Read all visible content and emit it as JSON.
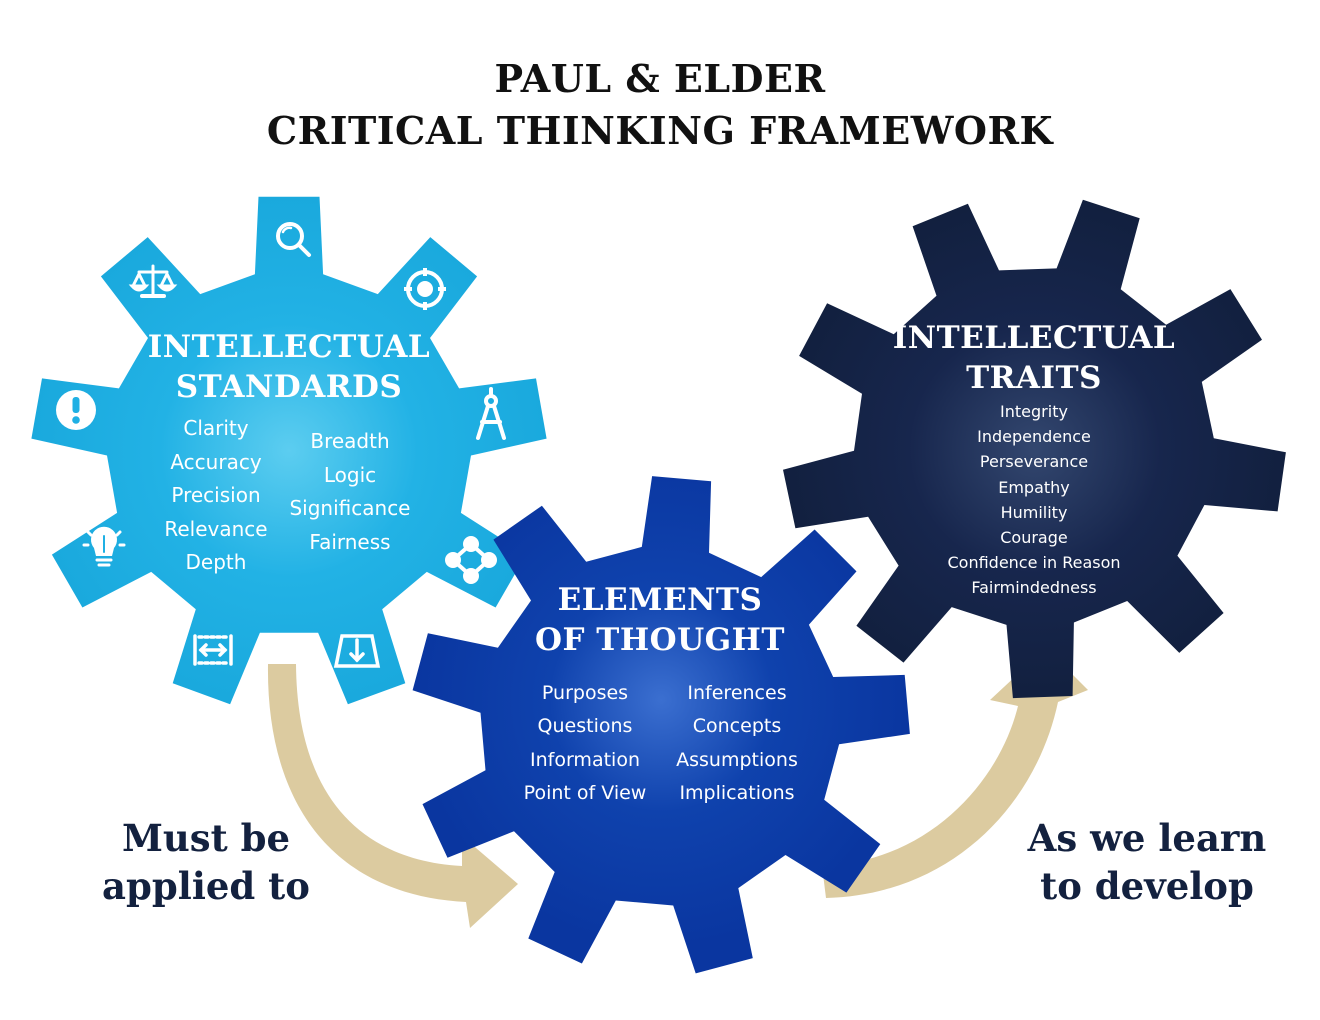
{
  "title": {
    "line1": "PAUL & ELDER",
    "line2": "CRITICAL THINKING FRAMEWORK"
  },
  "colors": {
    "standards_gear": "#1fb0e4",
    "elements_gear": "#0a3aa6",
    "traits_gear": "#14234a",
    "arrow": "#dccba0",
    "caption_text": "#13213f"
  },
  "standards": {
    "heading_line1": "INTELLECTUAL",
    "heading_line2": "STANDARDS",
    "left_items": [
      "Clarity",
      "Accuracy",
      "Precision",
      "Relevance",
      "Depth"
    ],
    "right_items": [
      "Breadth",
      "Logic",
      "Significance",
      "Fairness"
    ],
    "icons": [
      "magnifier-icon",
      "target-icon",
      "compass-icon",
      "network-icon",
      "depth-icon",
      "breadth-icon",
      "brain-bulb-icon",
      "exclamation-icon",
      "scales-icon"
    ]
  },
  "elements": {
    "heading_line1": "ELEMENTS",
    "heading_line2": "OF THOUGHT",
    "left_items": [
      "Purposes",
      "Questions",
      "Information",
      "Point of View"
    ],
    "right_items": [
      "Inferences",
      "Concepts",
      "Assumptions",
      "Implications"
    ]
  },
  "traits": {
    "heading_line1": "INTELLECTUAL",
    "heading_line2": "TRAITS",
    "items": [
      "Integrity",
      "Independence",
      "Perseverance",
      "Empathy",
      "Humility",
      "Courage",
      "Confidence in Reason",
      "Fairmindedness"
    ]
  },
  "captions": {
    "left_line1": "Must be",
    "left_line2": "applied to",
    "right_line1": "As we learn",
    "right_line2": "to develop"
  }
}
